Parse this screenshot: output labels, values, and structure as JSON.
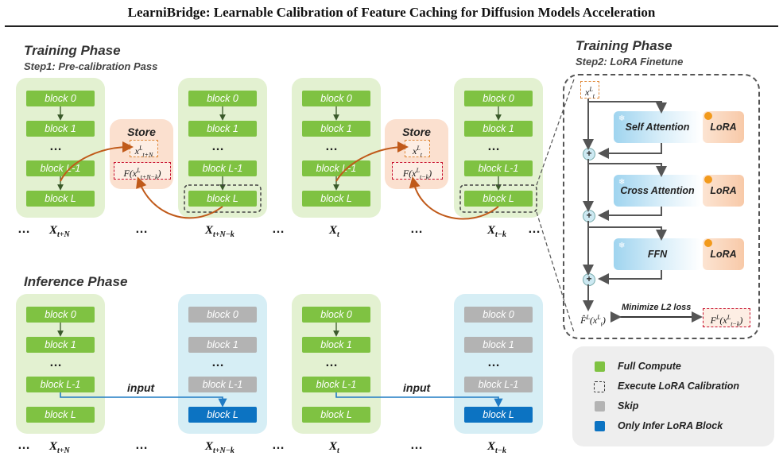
{
  "title": "LearniBridge: Learnable Calibration of Feature Caching for Diffusion Models Acceleration",
  "training": {
    "phase": "Training Phase",
    "step1": "Step1: Pre-calibration Pass",
    "step2": "Step2: LoRA Finetune"
  },
  "inference": {
    "phase": "Inference Phase"
  },
  "blocks": [
    "block 0",
    "block 1",
    "block L-1",
    "block L"
  ],
  "ellipsis": "…",
  "store": "Store",
  "input_label": "input",
  "lora_modules": {
    "self_attention": "Self Attention",
    "cross_attention": "Cross Attention",
    "ffn": "FFN",
    "lora": "LoRA"
  },
  "loss_label": "Minimize L2 loss",
  "legend": {
    "full_compute": "Full Compute",
    "execute_lora": "Execute LoRA Calibration",
    "skip": "Skip",
    "only_infer": "Only Infer LoRA Block"
  },
  "colors": {
    "full_compute": "#7fc242",
    "skip": "#b3b3b3",
    "lora_block": "#0c73c2",
    "arrow_cache": "#c05a1a",
    "arrow_input": "#1f7bc4"
  }
}
